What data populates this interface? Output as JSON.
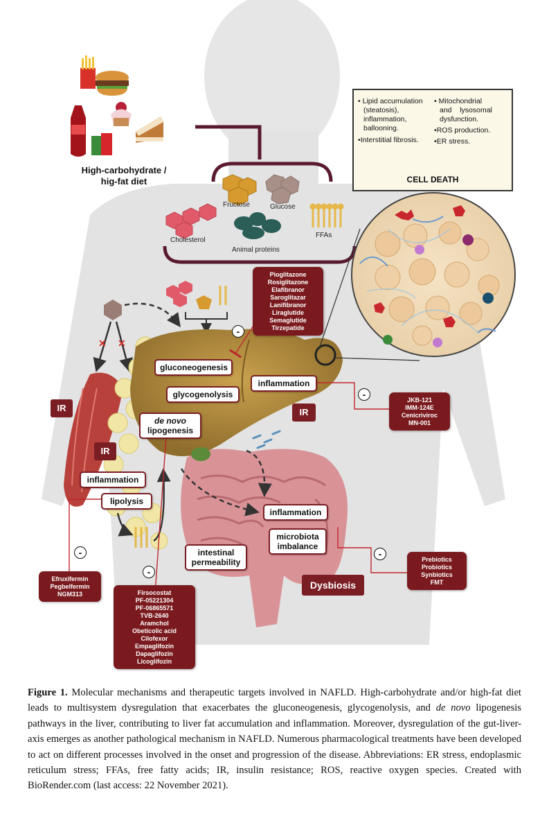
{
  "diet": {
    "label_line1": "High-carbohydrate /",
    "label_line2": "hig-fat diet"
  },
  "nutrients": {
    "fructose": "Fructose",
    "glucose": "Glucose",
    "cholesterol": "Cholesterol",
    "animal_proteins": "Animal proteins",
    "ffas": "FFAs"
  },
  "cell_panel": {
    "left_items": [
      "Lipid accumulation (steatosis), inflammation, ballooning.",
      "Interstitial fibrosis."
    ],
    "right_items": [
      "Mitochondrial and lysosomal dysfunction.",
      "ROS production.",
      "ER stress."
    ],
    "left_lines": [
      "Lipid accumulation",
      "(steatosis),",
      "inflammation,",
      "ballooning."
    ],
    "left_item2": "Interstitial fibrosis.",
    "right_lines": [
      "Mitochondrial",
      "and    lysosomal",
      "dysfunction."
    ],
    "right_item2": "ROS production.",
    "right_item3": "ER stress.",
    "cell_death": "CELL DEATH"
  },
  "labels": {
    "gluconeogenesis": "gluconeogenesis",
    "glycogenolysis": "glycogenolysis",
    "de_novo": "de novo",
    "lipogenesis": "lipogenesis",
    "inflammation_liver": "inflammation",
    "inflammation_adipose": "inflammation",
    "lipolysis": "lipolysis",
    "inflammation_gut": "inflammation",
    "microbiota_line1": "microbiota",
    "microbiota_line2": "imbalance",
    "permeability_line1": "intestinal",
    "permeability_line2": "permeability",
    "ir_muscle": "IR",
    "ir_adipose": "IR",
    "ir_liver": "IR",
    "dysbiosis": "Dysbiosis",
    "minus": "-"
  },
  "drug_boxes": {
    "liver": [
      "Pioglitazone",
      "Rosiglitazone",
      "Elafibranor",
      "Saroglitazar",
      "Lanifibranor",
      "Liraglutide",
      "Semaglutide",
      "Tirzepatide"
    ],
    "inflammation": [
      "JKB-121",
      "IMM-124E",
      "Cenicriviroc",
      "MN-001"
    ],
    "adipose": [
      "Efruxifermin",
      "Pegbelfermin",
      "NGM313"
    ],
    "lipogenesis": [
      "Firsocostat",
      "PF-05221304",
      "PF-06865571",
      "TVB-2640",
      "Aramchol",
      "Obeticolic acid",
      "Cilofexor",
      "Empaglifozin",
      "Dapaglifozin",
      "Licoglifozin"
    ],
    "gut": [
      "Prebiotics",
      "Probiotics",
      "Synbiotics",
      "FMT"
    ]
  },
  "caption": {
    "figure_label": "Figure 1.",
    "text_part1": " Molecular mechanisms and therapeutic targets involved in NAFLD. High-carbohydrate and/or high-fat diet leads to multisystem dysregulation that exacerbates the gluconeogenesis, glycogenolysis, and ",
    "text_italic": "de novo",
    "text_part2": " lipogenesis pathways in the liver, contributing to liver fat accumulation and inflammation. Moreover, dysregulation of the gut-liver-axis emerges as another pathological mechanism in NAFLD. Numerous pharmacological treatments have been developed to act on different processes involved in the onset and progression of the disease.  Abbreviations: ER stress, endoplasmic reticulum stress; FFAs, free fatty acids; IR, insulin resistance; ROS, reactive oxygen species. Created with BioRender.com (last access: 22 November 2021)."
  },
  "colors": {
    "accent": "#7a1e24",
    "liver": "#b08a3c",
    "adipose": "#f2e6a6",
    "intestine": "#d99397",
    "muscle": "#b8413c",
    "body": "#e3e3e3"
  }
}
